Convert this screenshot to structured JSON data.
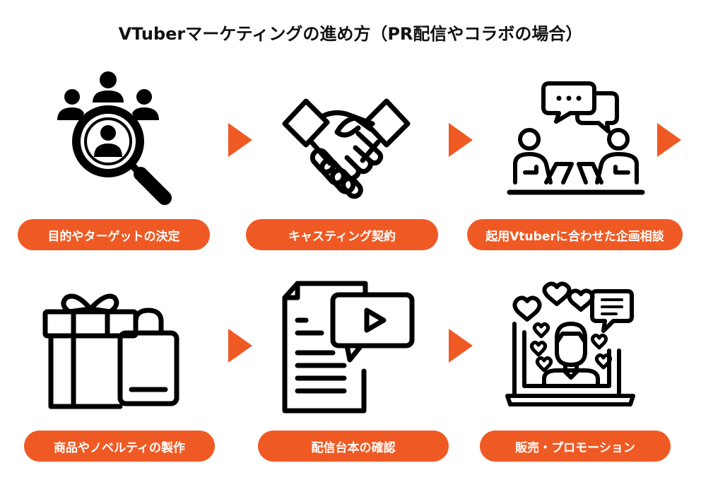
{
  "title": "VTuberマーケティングの進め方（PR配信やコラボの場合）",
  "colors": {
    "accent": "#EF5A24",
    "ink": "#000000"
  },
  "steps": [
    {
      "label": "目的やターゲットの決定",
      "icon": "people-magnifier-icon"
    },
    {
      "label": "キャスティング契約",
      "icon": "handshake-icon"
    },
    {
      "label": "起用Vtuberに合わせた企画相談",
      "icon": "meeting-chat-icon"
    },
    {
      "label": "商品やノベルティの製作",
      "icon": "gift-bag-icon"
    },
    {
      "label": "配信台本の確認",
      "icon": "script-video-icon"
    },
    {
      "label": "販売・プロモーション",
      "icon": "streamer-hearts-icon"
    }
  ]
}
